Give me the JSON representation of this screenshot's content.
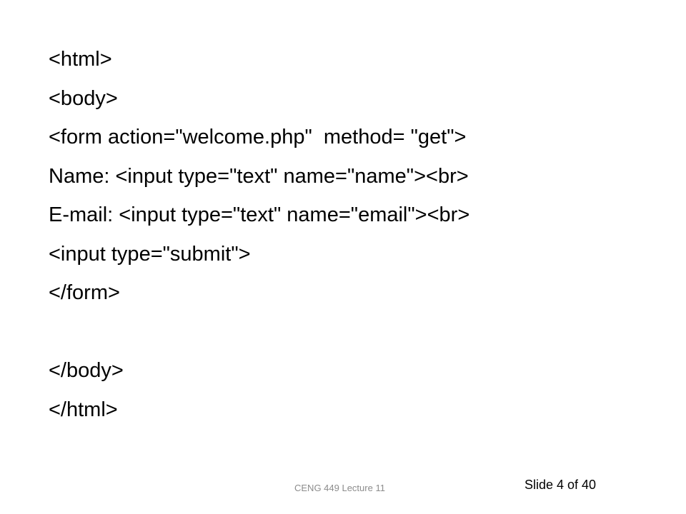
{
  "slide": {
    "code_lines": [
      "<html>",
      "<body>",
      "<form action=\"welcome.php\"  method= \"get\">",
      "Name: <input type=\"text\" name=\"name\"><br>",
      "E-mail: <input type=\"text\" name=\"email\"><br>",
      "<input type=\"submit\">",
      "</form>",
      "",
      "</body>",
      "</html>"
    ],
    "footer_course": "CENG 449  Lecture 11",
    "footer_slide_number": "Slide 4 of 40"
  }
}
